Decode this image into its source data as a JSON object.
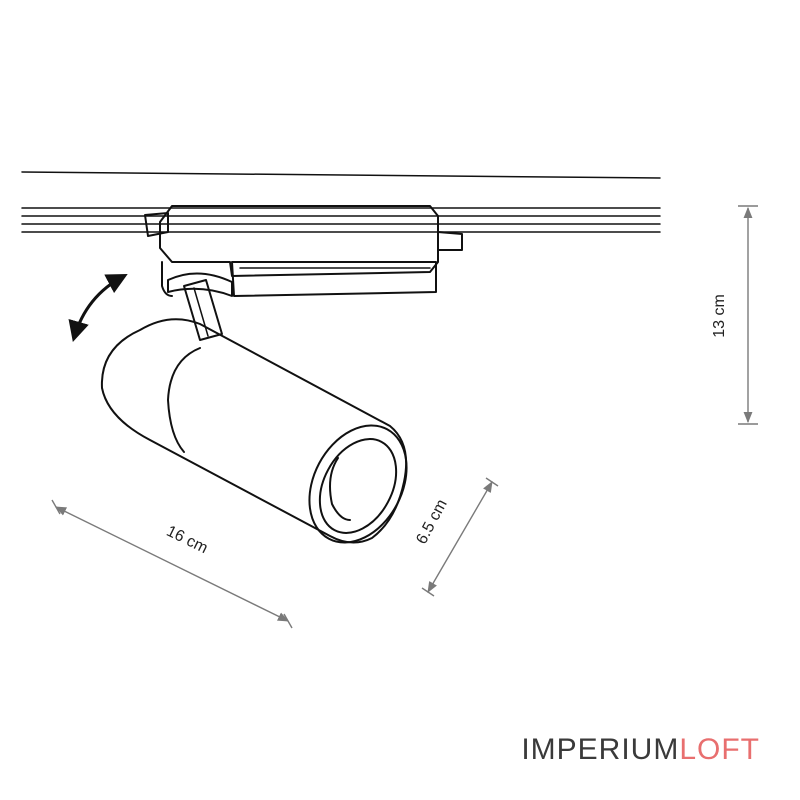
{
  "dimensions": {
    "height_label": "13 cm",
    "length_label": "16 cm",
    "diameter_label": "6.5 cm"
  },
  "brand": {
    "part1": "IMPERIUM",
    "part2": "LOFT",
    "part1_color": "#3a3a3a",
    "part2_color": "#e86f6f"
  },
  "icons": {
    "rotation": "curved-double-arrow-icon"
  }
}
